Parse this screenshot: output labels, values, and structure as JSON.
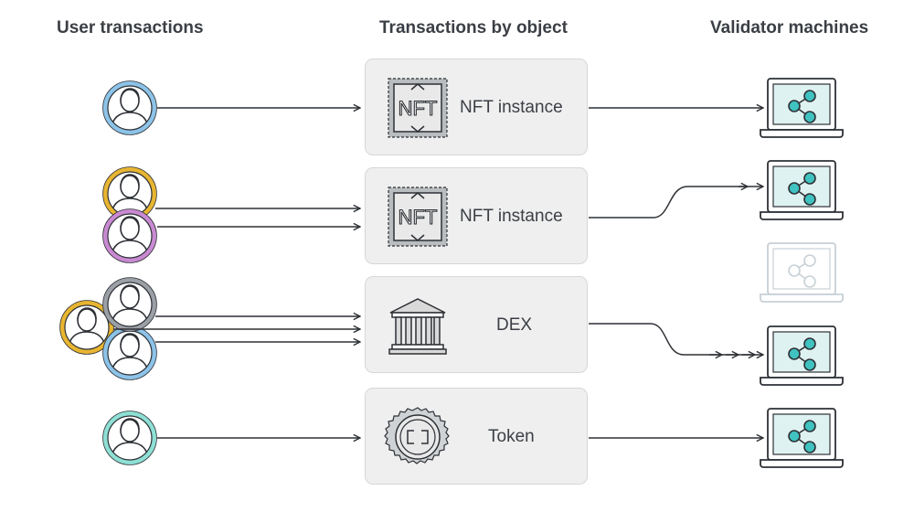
{
  "headers": {
    "users": "User transactions",
    "objects": "Transactions by object",
    "validators": "Validator machines"
  },
  "objects": [
    {
      "label": "NFT instance",
      "icon": "nft-stamp-icon"
    },
    {
      "label": "NFT instance",
      "icon": "nft-stamp-icon"
    },
    {
      "label": "DEX",
      "icon": "bank-building-icon"
    },
    {
      "label": "Token",
      "icon": "token-coin-icon"
    }
  ],
  "users": [
    {
      "ring_color": "#8dc3e8"
    },
    {
      "ring_color": "#e8b531"
    },
    {
      "ring_color": "#c98ad2"
    },
    {
      "ring_color": "#9aa0a6"
    },
    {
      "ring_color": "#e8b531"
    },
    {
      "ring_color": "#8dc3e8"
    },
    {
      "ring_color": "#8ee0d5"
    }
  ],
  "validators": [
    {
      "icon": "laptop-share-icon",
      "active": true
    },
    {
      "icon": "laptop-share-icon",
      "active": true
    },
    {
      "icon": "laptop-share-icon",
      "active": false
    },
    {
      "icon": "laptop-share-icon",
      "active": true
    },
    {
      "icon": "laptop-share-icon",
      "active": true
    }
  ],
  "colors": {
    "line": "#2d3035",
    "teal": "#3fc2c0",
    "screen": "#dff2f2",
    "inactive": "#c7d0d6",
    "box_bg": "#efefef"
  }
}
